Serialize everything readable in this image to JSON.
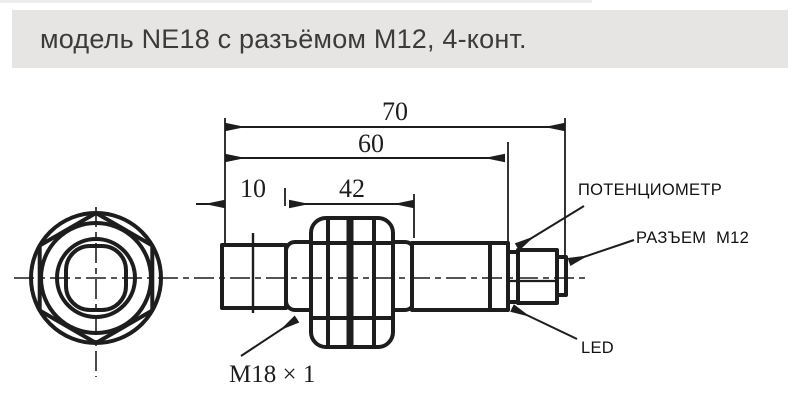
{
  "header": {
    "title": "модель NE18 с разъёмом М12, 4-конт."
  },
  "drawing": {
    "dimensions": {
      "overall_length": "70",
      "to_connector": "60",
      "face_length": "10",
      "thread_length": "42"
    },
    "thread_label": "М18 × 1",
    "callouts": {
      "potentiometer": "ПОТЕНЦИОМЕТР",
      "connector": "РАЗЪЕМ  М12",
      "led": "LED"
    }
  },
  "colors": {
    "line": "#1d1d1d",
    "header_bg": "#e6e5e3",
    "header_text": "#3b3b3b",
    "background": "#ffffff"
  }
}
